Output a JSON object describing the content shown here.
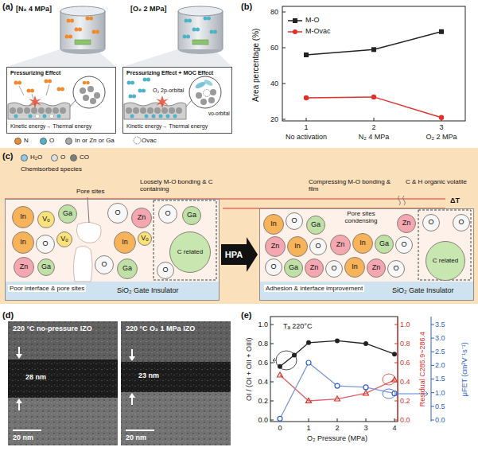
{
  "diagram": {
    "nodes": [
      {
        "text": [
          "Pressurizing Effect",
          "Kinetic energy→ Thermal energy"
        ]
      },
      {
        "text": [
          "Pressurizing Effect + MOC Effect",
          "Kinetic energy→ Thermal energy"
        ]
      },
      {
        "text": [
          "SiO₂ Gate Insulator"
        ]
      },
      {
        "text": [
          "In"
        ],
        "in": 2
      },
      {
        "text": [
          "Vₒ"
        ],
        "in": 2
      },
      {
        "text": [
          "Ga"
        ],
        "in": 2
      },
      {
        "text": [
          "O"
        ],
        "in": 2
      },
      {
        "text": [
          "Zn"
        ],
        "in": 2
      },
      {
        "text": [
          "In"
        ],
        "in": 2
      },
      {
        "text": [
          "O"
        ],
        "in": 2
      },
      {
        "text": [
          "Vₒ"
        ],
        "in": 2
      },
      {
        "text": [
          "Zn"
        ],
        "in": 2
      },
      {
        "text": [
          "Ga"
        ],
        "in": 2
      },
      {
        "text": [
          "In"
        ],
        "in": 2
      },
      {
        "text": [
          "Vₒ"
        ],
        "in": 2
      },
      {
        "text": [
          "O"
        ],
        "in": 2
      },
      {
        "text": [
          "Ga"
        ],
        "in": 2
      },
      {
        "text": [
          "O"
        ],
        "in": 2
      },
      {
        "text": [
          "Ga"
        ],
        "in": 2
      },
      {
        "text": [
          "C related"
        ],
        "in": 2
      },
      {
        "text": [
          "O"
        ],
        "in": 2
      },
      {
        "text": [
          "SiO₂ Gate Insulator"
        ]
      },
      {
        "text": [
          "In"
        ],
        "in": 21
      },
      {
        "text": [
          "O"
        ],
        "in": 21
      },
      {
        "text": [
          "Ga"
        ],
        "in": 21
      },
      {
        "text": [
          "Zn"
        ],
        "in": 21
      },
      {
        "text": [
          "O"
        ],
        "in": 21
      },
      {
        "text": [
          "O"
        ],
        "in": 21
      },
      {
        "text": [
          "C related"
        ],
        "in": 21
      },
      {
        "text": [
          "Zn"
        ],
        "in": 21
      },
      {
        "text": [
          "In"
        ],
        "in": 21
      },
      {
        "text": [
          "O"
        ],
        "in": 21
      },
      {
        "text": [
          "Zn"
        ],
        "in": 21
      },
      {
        "text": [
          "In"
        ],
        "in": 21
      },
      {
        "text": [
          "Ga"
        ],
        "in": 21
      },
      {
        "text": [
          "O"
        ],
        "in": 21
      },
      {
        "text": [
          "O"
        ],
        "in": 21
      },
      {
        "text": [
          "Ga"
        ],
        "in": 21
      },
      {
        "text": [
          "Zn"
        ],
        "in": 21
      },
      {
        "text": [
          "O"
        ],
        "in": 21
      },
      {
        "text": [
          "In"
        ],
        "in": 21
      },
      {
        "text": [
          "Zn"
        ],
        "in": 21
      },
      {
        "text": [
          "O"
        ],
        "in": 21
      }
    ],
    "edges": [
      {
        "from": 2,
        "to": 21,
        "arrow": "to",
        "label": "HPA"
      }
    ],
    "labels": [
      "(a)",
      "[N₂ 4 MPa]",
      "[O₂ 2 MPa]",
      "O₂ 2p-orbital",
      "vo-orbital",
      "(b)",
      "Area percentage (%)",
      "80",
      "60",
      "40",
      "20",
      "1",
      "2",
      "3",
      "No activation",
      "N₂ 4 MPa",
      "O₂ 2 MPa",
      "(c)",
      "Chemisorbed species",
      "Pore sites",
      "Loosely M-O bonding & C containing",
      "Poor interface & pore sites",
      "Compressing M-O bonding & film",
      "Pore sites condensing",
      "Adhesion & interface improvement",
      "C & H organic volatile",
      "ΔT",
      "(d)",
      "220 °C no-pressure IZO",
      "220 °C O₂ 1 MPa IZO",
      "28 nm",
      "23 nm",
      "20 nm",
      "20 nm",
      "(e)",
      "Tₐ 220°C",
      "0.0",
      "0.2",
      "0.4",
      "0.6",
      "0.8",
      "1.0",
      "OI / (OI + OII + OIII)",
      "0",
      "1",
      "2",
      "3",
      "4",
      "O₂ Pressure (MPa)",
      "0.0",
      "0.2",
      "0.4",
      "0.6",
      "0.8",
      "1.0",
      "Residual C285.9~286.4",
      "0.0",
      "0.5",
      "1.0",
      "1.5",
      "2.0",
      "2.5",
      "3.0",
      "3.5",
      "μFET (cm²V⁻¹s⁻¹)"
    ],
    "legend": [
      {
        "text": "N",
        "color": "#f08a2c"
      },
      {
        "text": "O",
        "color": "#4fb3c8"
      },
      {
        "text": "In or Zn or Ga",
        "color": "#a9a9a9"
      },
      {
        "text": "Ovac"
      },
      {
        "text": "M-O"
      },
      {
        "text": "M-Ovac"
      },
      {
        "text": "H₂O",
        "color": "#8fcbea"
      },
      {
        "text": "O",
        "color": "#e0e0e0"
      },
      {
        "text": "CO",
        "color": "#7d7d7d"
      }
    ]
  }
}
